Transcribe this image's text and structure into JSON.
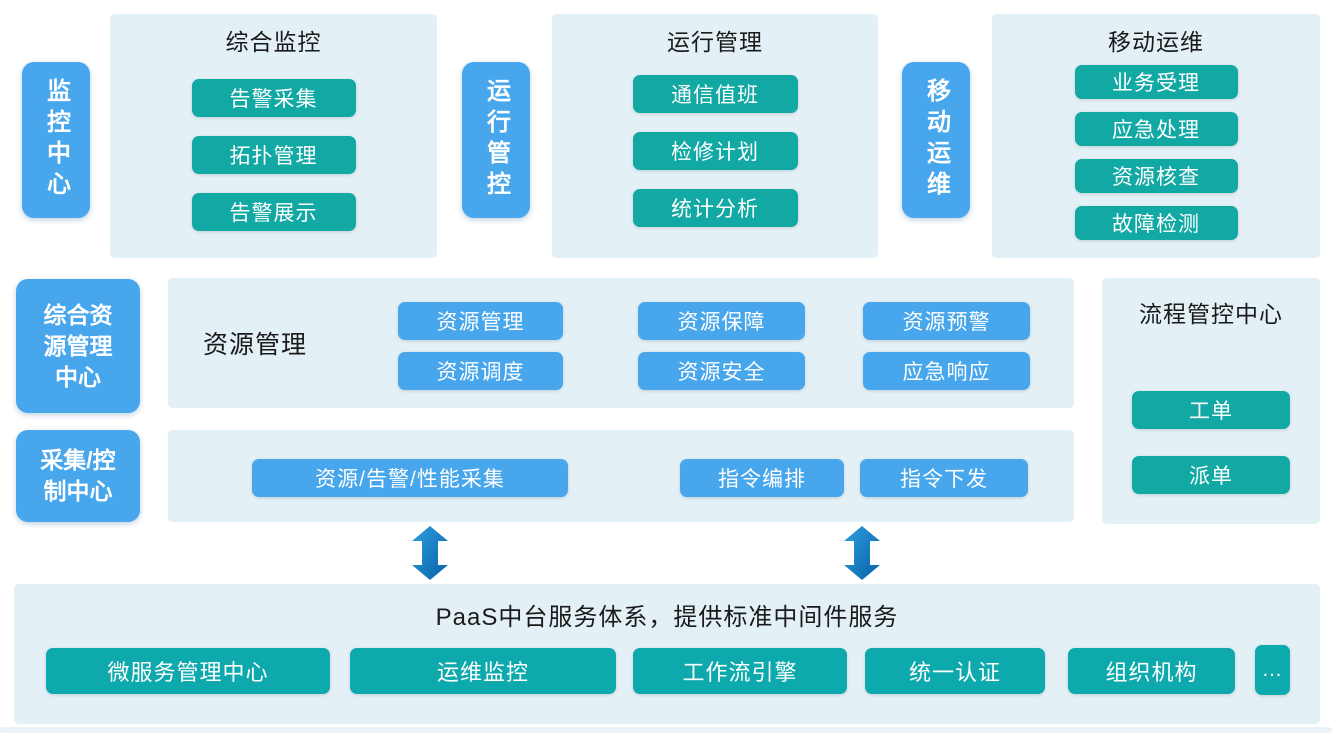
{
  "colors": {
    "background": "#FFFFFF",
    "panel_bg": "#E3F1F7",
    "blue": "#47A6EC",
    "teal": "#12A8A4",
    "teal_bottom": "#0DA9AC",
    "arrow_gradient_top": "#2E9FE0",
    "arrow_gradient_bottom": "#0960A6",
    "title_text": "#1A1A1A",
    "button_text": "#FFFFFF"
  },
  "top_sections": [
    {
      "side_label": "监控中心",
      "panel_title": "综合监控",
      "buttons": [
        "告警采集",
        "拓扑管理",
        "告警展示"
      ]
    },
    {
      "side_label": "运行管控",
      "panel_title": "运行管理",
      "buttons": [
        "通信值班",
        "检修计划",
        "统计分析"
      ]
    },
    {
      "side_label": "移动运维",
      "panel_title": "移动运维",
      "buttons": [
        "业务受理",
        "应急处理",
        "资源核查",
        "故障检测"
      ]
    }
  ],
  "resource_row": {
    "side_label": "综合资\n源管理\n中心",
    "panel_label": "资源管理",
    "columns": [
      [
        "资源管理",
        "资源调度"
      ],
      [
        "资源保障",
        "资源安全"
      ],
      [
        "资源预警",
        "应急响应"
      ]
    ]
  },
  "process_panel": {
    "title": "流程管控中心",
    "buttons": [
      "工单",
      "派单"
    ]
  },
  "collect_row": {
    "side_label": "采集/控\n制中心",
    "buttons": [
      "资源/告警/性能采集",
      "指令编排",
      "指令下发"
    ]
  },
  "paas_panel": {
    "title": "PaaS中台服务体系，提供标准中间件服务",
    "buttons": [
      "微服务管理中心",
      "运维监控",
      "工作流引擎",
      "统一认证",
      "组织机构",
      "..."
    ]
  }
}
